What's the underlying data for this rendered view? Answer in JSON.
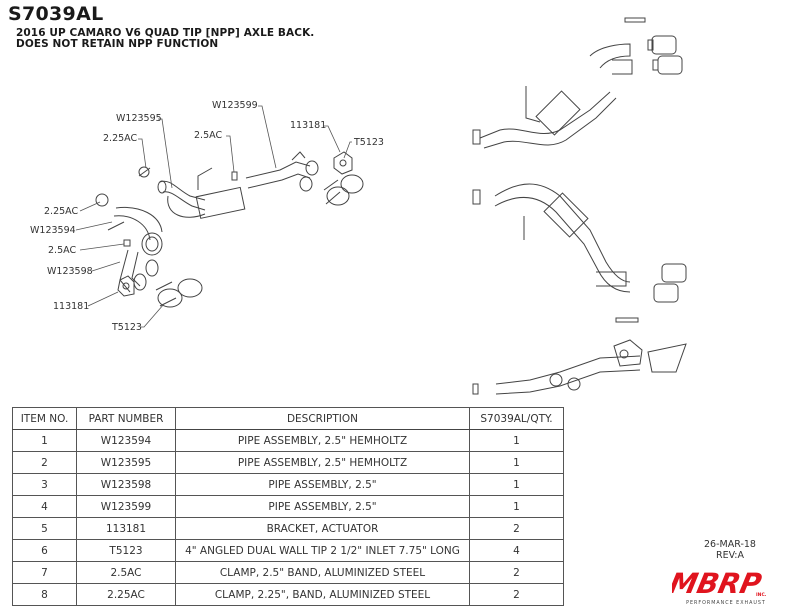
{
  "header": {
    "part_number": "S7039AL",
    "subtitle_line1": "2016 UP CAMARO V6 QUAD TIP [NPP] AXLE BACK.",
    "subtitle_line2": "DOES NOT RETAIN NPP FUNCTION"
  },
  "callouts": {
    "w123599": "W123599",
    "w123595": "W123595",
    "c225_top": "2.25AC",
    "c25_top": "2.5AC",
    "b113181_top": "113181",
    "t5123_top": "T5123",
    "c225_left": "2.25AC",
    "w123594": "W123594",
    "c25_left": "2.5AC",
    "w123598": "W123598",
    "b113181_left": "113181",
    "t5123_bottom": "T5123"
  },
  "bom": {
    "headers": [
      "ITEM NO.",
      "PART NUMBER",
      "DESCRIPTION",
      "S7039AL/QTY."
    ],
    "rows": [
      {
        "item": "1",
        "part": "W123594",
        "desc": "PIPE ASSEMBLY, 2.5\" HEMHOLTZ",
        "qty": "1"
      },
      {
        "item": "2",
        "part": "W123595",
        "desc": "PIPE ASSEMBLY, 2.5\" HEMHOLTZ",
        "qty": "1"
      },
      {
        "item": "3",
        "part": "W123598",
        "desc": "PIPE ASSEMBLY, 2.5\"",
        "qty": "1"
      },
      {
        "item": "4",
        "part": "W123599",
        "desc": "PIPE ASSEMBLY, 2.5\"",
        "qty": "1"
      },
      {
        "item": "5",
        "part": "113181",
        "desc": "BRACKET, ACTUATOR",
        "qty": "2"
      },
      {
        "item": "6",
        "part": "T5123",
        "desc": "4\" ANGLED DUAL WALL TIP 2 1/2\" INLET 7.75\" LONG",
        "qty": "4"
      },
      {
        "item": "7",
        "part": "2.5AC",
        "desc": "CLAMP, 2.5\" BAND, ALUMINIZED STEEL",
        "qty": "2"
      },
      {
        "item": "8",
        "part": "2.25AC",
        "desc": "CLAMP, 2.25\", BAND, ALUMINIZED STEEL",
        "qty": "2"
      }
    ]
  },
  "revision": {
    "date": "26-MAR-18",
    "rev": "REV:A"
  },
  "logo": {
    "brand": "MBRP",
    "suffix": "INC.",
    "tagline": "PERFORMANCE EXHAUST",
    "color": "#e0141e"
  }
}
